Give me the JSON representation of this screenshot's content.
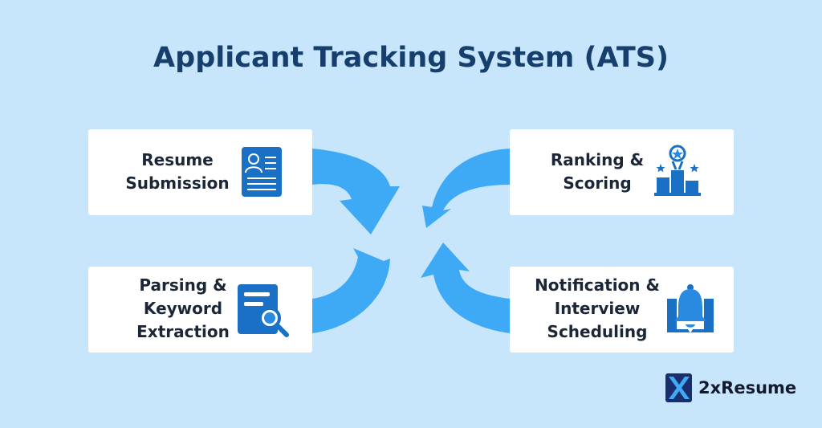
{
  "title": "Applicant Tracking System (ATS)",
  "steps": [
    {
      "lines": [
        "Resume",
        "Submission"
      ],
      "icon": "resume-document-icon"
    },
    {
      "lines": [
        "Parsing &",
        "Keyword",
        "Extraction"
      ],
      "icon": "document-search-icon"
    },
    {
      "lines": [
        "Ranking &",
        "Scoring"
      ],
      "icon": "ranking-podium-icon"
    },
    {
      "lines": [
        "Notification &",
        "Interview",
        "Scheduling"
      ],
      "icon": "notification-bell-icon"
    }
  ],
  "brand": {
    "name": "2xResume",
    "icon": "brand-logo-icon"
  },
  "colors": {
    "background": "#c7e6fb",
    "arrow": "#3ea9f5",
    "icon_dark": "#1a70c5",
    "icon_mid": "#2a8ae0",
    "title": "#173f6d"
  }
}
